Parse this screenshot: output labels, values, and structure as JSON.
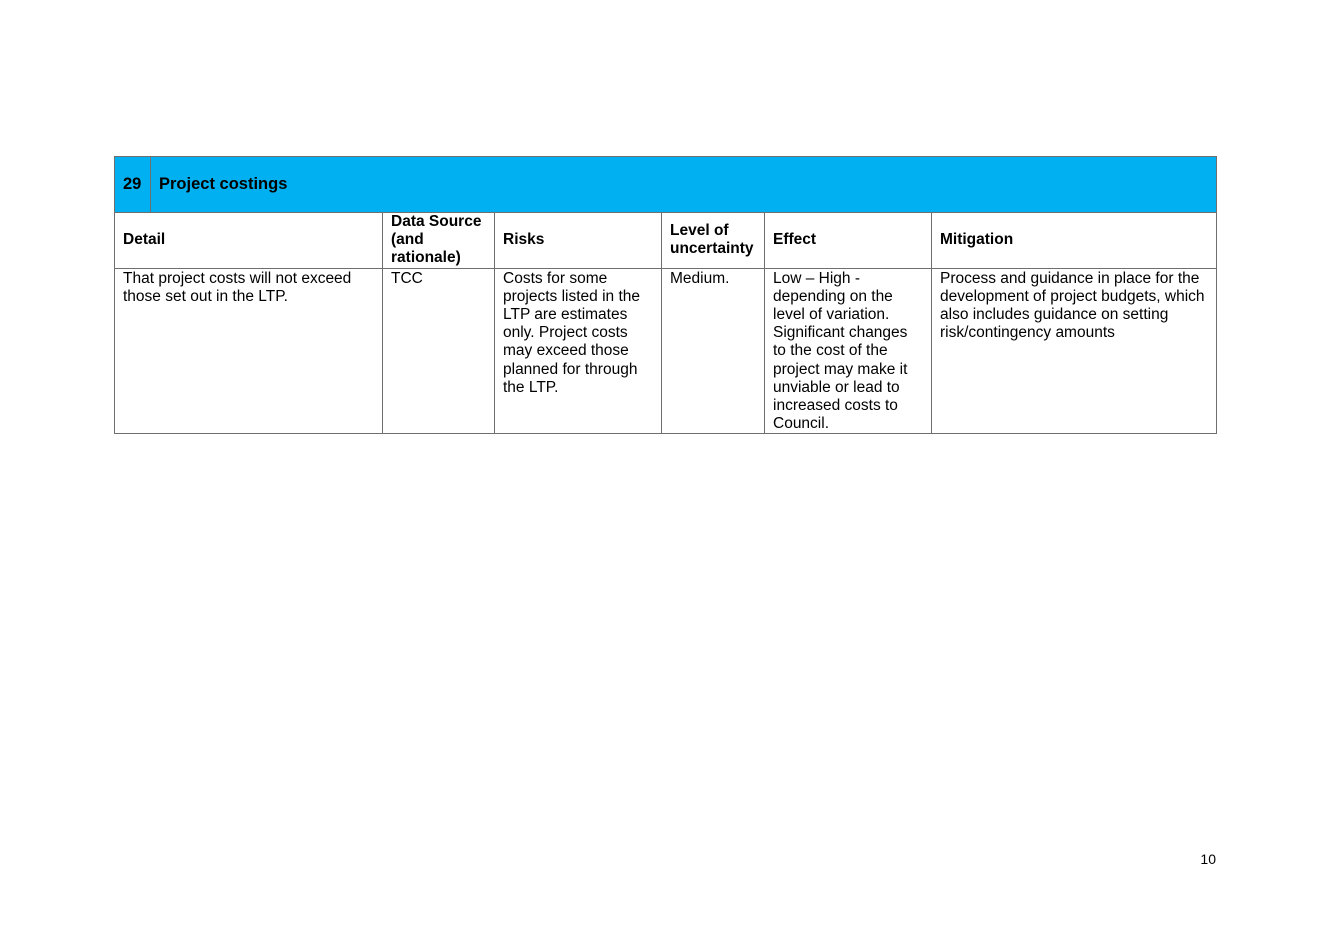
{
  "section": {
    "number": "29",
    "title": "Project costings"
  },
  "columns": [
    "Detail",
    "Data Source (and rationale)",
    "Risks",
    "Level of uncertainty",
    "Effect",
    "Mitigation"
  ],
  "row": {
    "detail": "That project costs will not exceed those set out in the LTP.",
    "data_source": "TCC",
    "risks": "Costs for some projects listed in the LTP are estimates only. Project costs may exceed those planned for through the LTP.",
    "level_of_uncertainty": "Medium.",
    "effect": "Low – High - depending on the level of variation. Significant changes to the cost of the project may make it unviable or lead to increased costs to Council.",
    "mitigation": "Process and guidance in place for the development of project budgets, which also includes guidance on setting risk/contingency amounts"
  },
  "page_number": "10",
  "colors": {
    "header_band": "#00b0f0",
    "border": "#6f6f6f"
  }
}
